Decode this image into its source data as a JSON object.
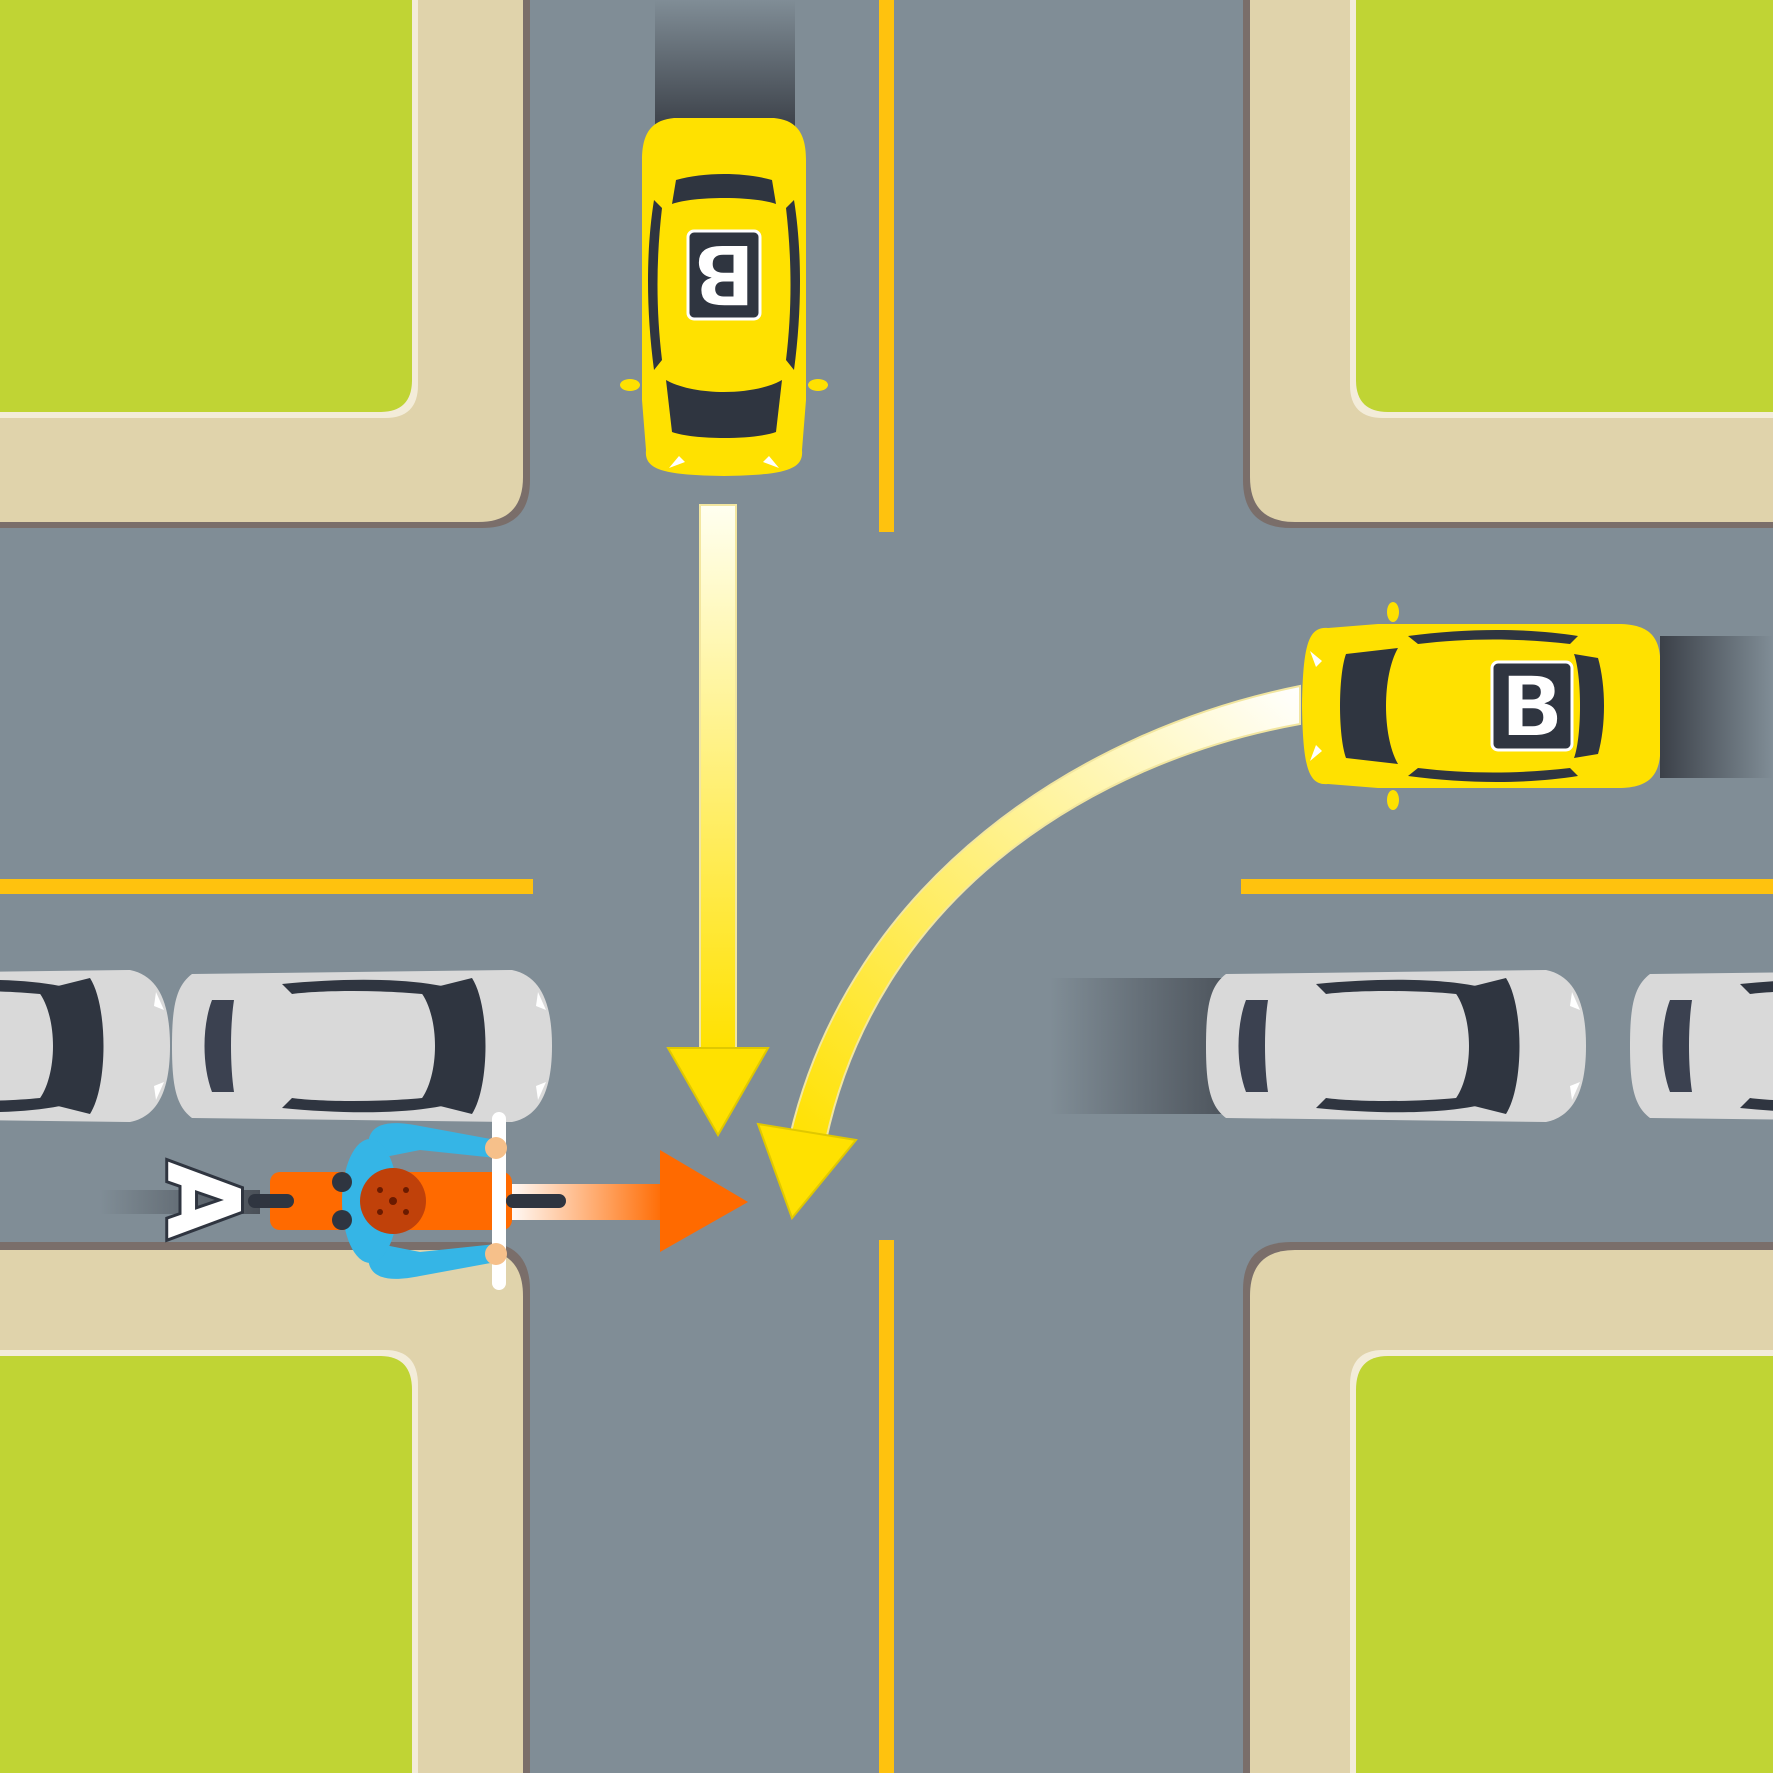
{
  "diagram": {
    "type": "road-intersection-scene",
    "labels": {
      "cyclist": "A",
      "car_north": "B",
      "car_east": "B"
    },
    "colors": {
      "grass": "#C0D434",
      "sidewalk": "#E0D3AB",
      "road": "#808D96",
      "yellow_line": "#FFC20E",
      "car_yellow": "#FFE100",
      "car_white": "#D9D9D9",
      "windows": "#2F3540",
      "cyclist_orange": "#FF6A00",
      "cyclist_jacket": "#35B5E6"
    },
    "icons": [
      "yellow-car-icon",
      "white-car-icon",
      "cyclist-icon",
      "arrow-icon"
    ]
  }
}
